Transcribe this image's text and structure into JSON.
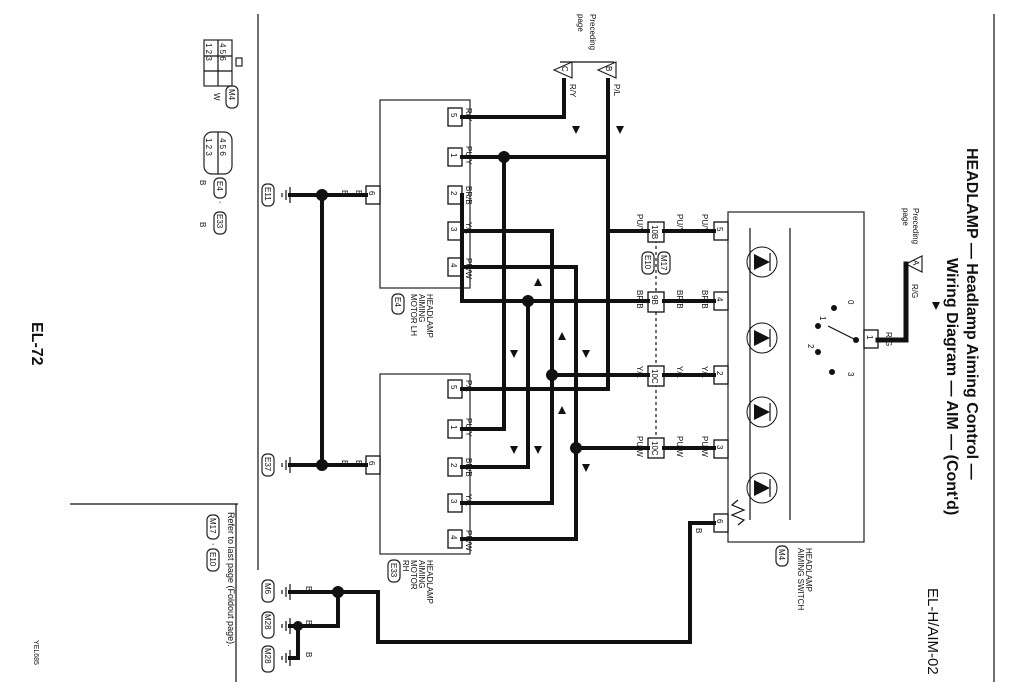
{
  "header": {
    "title_line1": "HEADLAMP — Headlamp Aiming Control —",
    "title_line2": "Wiring Diagram — AIM — (Cont'd)",
    "code": "EL-H/AIM-02"
  },
  "footer": {
    "page_number": "EL-72",
    "image_code": "YEL685",
    "refer_note": "Refer to last page (Foldout page).",
    "ref1": "M17",
    "sep": ",",
    "ref2": "E10"
  },
  "page_refs": {
    "preceding_top": "Preceding",
    "preceding_right": "Preceding",
    "page_word": "page",
    "tri_a": "A",
    "tri_b": "B",
    "tri_c": "C"
  },
  "connectors": {
    "m4": {
      "id": "M4",
      "color": "W",
      "row1": "1 2 3",
      "row2": "4 5 6"
    },
    "e4": {
      "id": "E4",
      "color": "B",
      "sep": ",",
      "row1": "1 2 3",
      "row2": "4 5 6"
    },
    "e33": {
      "id": "E33",
      "color": "B"
    }
  },
  "components": {
    "motor_lh": {
      "name1": "HEADLAMP",
      "name2": "AIMING",
      "name3": "MOTOR LH",
      "conn": "E4"
    },
    "motor_rh": {
      "name1": "HEADLAMP",
      "name2": "AIMING",
      "name3": "MOTOR",
      "name4": "RH",
      "conn": "E33"
    },
    "switch": {
      "name1": "HEADLAMP",
      "name2": "AIMING SWITCH",
      "conn": "M4",
      "pos0": "0",
      "pos1": "1",
      "pos2": "2",
      "pos3": "3"
    }
  },
  "pins": {
    "switch": {
      "p1": "1",
      "p2": "2",
      "p3": "3",
      "p4": "4",
      "p5": "5",
      "p6": "6"
    },
    "lh": {
      "p1": "1",
      "p2": "2",
      "p3": "3",
      "p4": "4",
      "p5": "5",
      "p6": "6"
    },
    "rh": {
      "p1": "1",
      "p2": "2",
      "p3": "3",
      "p4": "4",
      "p5": "5",
      "p6": "6"
    }
  },
  "joints": {
    "j1": "10B",
    "j2": "9B",
    "j3": "10C",
    "j4": "10C",
    "m17": "M17",
    "e10": "E10"
  },
  "grounds": {
    "e11": "E11",
    "e37": "E37",
    "m6": "M6",
    "m28a": "M28",
    "m28b": "M28"
  },
  "wire_colors": {
    "ry": "R/Y",
    "puy": "PU/Y",
    "brb": "BR/B",
    "yl": "Y/L",
    "puw": "PU/W",
    "pl": "P/L",
    "rg": "R/G",
    "b": "B"
  }
}
